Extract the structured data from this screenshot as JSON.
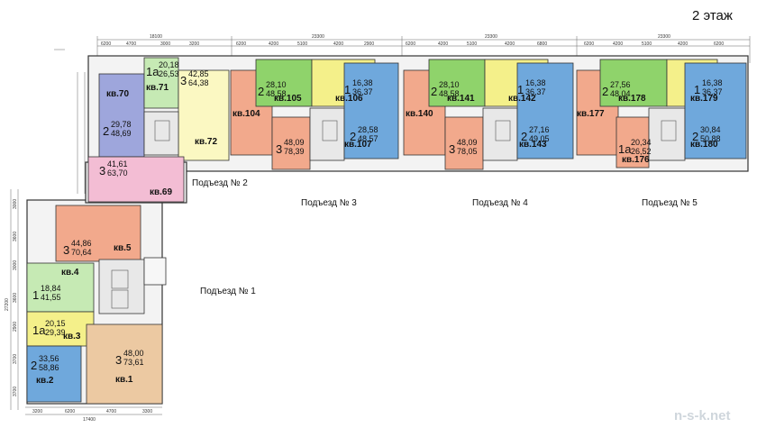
{
  "title": "2 этаж",
  "watermark": "n-s-k.net",
  "colors": {
    "orange": "#f2a98c",
    "green": "#8fd36b",
    "yellow": "#f4f08a",
    "blue": "#6fa8dc",
    "purple": "#9ea6dc",
    "pink": "#f3bdd4",
    "lightgreen": "#c6eab4",
    "lightyellow": "#fbf8c2",
    "tan": "#ecc9a2",
    "lightblue": "#bcd6ee"
  },
  "entrances": [
    {
      "label": "Подъезд № 1"
    },
    {
      "label": "Подъезд № 2"
    },
    {
      "label": "Подъезд № 3"
    },
    {
      "label": "Подъезд № 4"
    },
    {
      "label": "Подъезд № 5"
    }
  ],
  "apartments": [
    {
      "label": "кв.70",
      "rooms": "",
      "a1": "",
      "a2": ""
    },
    {
      "label": "кв.71",
      "rooms": "1а",
      "a1": "20,18",
      "a2": "26,53"
    },
    {
      "label": "кв.72",
      "rooms": "3",
      "a1": "42,85",
      "a2": "64,38"
    },
    {
      "label": "",
      "rooms": "2",
      "a1": "29,78",
      "a2": "48,69"
    },
    {
      "label": "кв.69",
      "rooms": "3",
      "a1": "41,61",
      "a2": "63,70"
    },
    {
      "label": "кв.5",
      "rooms": "3",
      "a1": "44,86",
      "a2": "70,64"
    },
    {
      "label": "кв.4",
      "rooms": "1",
      "a1": "18,84",
      "a2": "41,55"
    },
    {
      "label": "кв.3",
      "rooms": "1а",
      "a1": "20,15",
      "a2": "29,39"
    },
    {
      "label": "кв.2",
      "rooms": "2",
      "a1": "33,56",
      "a2": "58,86"
    },
    {
      "label": "кв.1",
      "rooms": "3",
      "a1": "48,00",
      "a2": "73,61"
    },
    {
      "label": "кв.105",
      "rooms": "2",
      "a1": "28,10",
      "a2": "48,58"
    },
    {
      "label": "кв.106",
      "rooms": "1",
      "a1": "16,38",
      "a2": "36,37"
    },
    {
      "label": "кв.104",
      "rooms": "",
      "a1": "",
      "a2": ""
    },
    {
      "label": "",
      "rooms": "3",
      "a1": "48,09",
      "a2": "78,39"
    },
    {
      "label": "кв.107",
      "rooms": "2",
      "a1": "28,58",
      "a2": "48,57"
    },
    {
      "label": "кв.141",
      "rooms": "2",
      "a1": "28,10",
      "a2": "48,58"
    },
    {
      "label": "кв.142",
      "rooms": "1",
      "a1": "16,38",
      "a2": "36,37"
    },
    {
      "label": "кв.140",
      "rooms": "",
      "a1": "",
      "a2": ""
    },
    {
      "label": "",
      "rooms": "3",
      "a1": "48,09",
      "a2": "78,05"
    },
    {
      "label": "кв.143",
      "rooms": "2",
      "a1": "27,16",
      "a2": "49,05"
    },
    {
      "label": "кв.178",
      "rooms": "2",
      "a1": "27,56",
      "a2": "48,04"
    },
    {
      "label": "кв.179",
      "rooms": "1",
      "a1": "16,38",
      "a2": "36,37"
    },
    {
      "label": "кв.177",
      "rooms": "2",
      "a1": "27,39",
      "a2": "48,04"
    },
    {
      "label": "кв.176",
      "rooms": "1а",
      "a1": "20,34",
      "a2": "26,52"
    },
    {
      "label": "кв.180",
      "rooms": "2",
      "a1": "30,84",
      "a2": "50,88"
    }
  ],
  "dimensions": {
    "top_totals": [
      "18100",
      "23300",
      "23300",
      "23300"
    ],
    "top_row": [
      "6200",
      "4700",
      "3000",
      "3200",
      "6200",
      "4200",
      "5100",
      "4200",
      "2900",
      "6200",
      "4200",
      "5100",
      "4200",
      "6800",
      "6200",
      "4200",
      "5100",
      "4200",
      "6200"
    ],
    "bottom_row": [
      "3200",
      "6200",
      "4700",
      "3300"
    ],
    "bottom_total": "17400",
    "left_side": [
      "3000",
      "3600",
      "3000",
      "3600",
      "2900",
      "3700",
      "3700"
    ],
    "left_total": "27200"
  }
}
